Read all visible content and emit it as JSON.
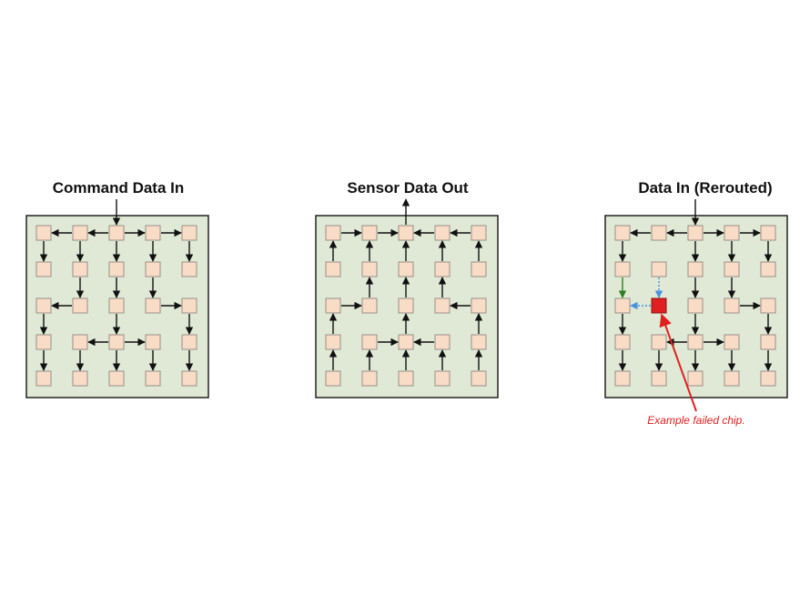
{
  "panels": [
    {
      "id": "command",
      "title": "Command Data In",
      "links": [
        [
          0,
          2,
          0,
          1
        ],
        [
          0,
          1,
          0,
          0
        ],
        [
          0,
          2,
          0,
          3
        ],
        [
          0,
          3,
          0,
          4
        ],
        [
          0,
          0,
          1,
          0
        ],
        [
          0,
          1,
          1,
          1
        ],
        [
          0,
          2,
          1,
          2
        ],
        [
          0,
          3,
          1,
          3
        ],
        [
          0,
          4,
          1,
          4
        ],
        [
          1,
          1,
          2,
          1
        ],
        [
          1,
          2,
          2,
          2
        ],
        [
          1,
          3,
          2,
          3
        ],
        [
          2,
          1,
          2,
          0
        ],
        [
          2,
          3,
          2,
          4
        ],
        [
          2,
          0,
          3,
          0
        ],
        [
          2,
          2,
          3,
          2
        ],
        [
          2,
          4,
          3,
          4
        ],
        [
          3,
          0,
          4,
          0
        ],
        [
          3,
          2,
          3,
          1
        ],
        [
          3,
          2,
          3,
          3
        ],
        [
          3,
          3,
          4,
          3
        ],
        [
          3,
          4,
          4,
          4
        ],
        [
          3,
          1,
          4,
          1
        ],
        [
          3,
          2,
          4,
          2
        ]
      ],
      "port": {
        "col": 2,
        "direction": "in"
      }
    },
    {
      "id": "sensor",
      "title": "Sensor Data Out",
      "links": [
        [
          0,
          0,
          0,
          1
        ],
        [
          0,
          1,
          0,
          2
        ],
        [
          0,
          4,
          0,
          3
        ],
        [
          0,
          3,
          0,
          2
        ],
        [
          1,
          0,
          0,
          0
        ],
        [
          1,
          1,
          0,
          1
        ],
        [
          1,
          2,
          0,
          2
        ],
        [
          1,
          3,
          0,
          3
        ],
        [
          1,
          4,
          0,
          4
        ],
        [
          2,
          1,
          1,
          1
        ],
        [
          2,
          2,
          1,
          2
        ],
        [
          2,
          3,
          1,
          3
        ],
        [
          2,
          0,
          2,
          1
        ],
        [
          2,
          4,
          2,
          3
        ],
        [
          3,
          0,
          2,
          0
        ],
        [
          3,
          2,
          2,
          2
        ],
        [
          3,
          4,
          2,
          4
        ],
        [
          4,
          0,
          3,
          0
        ],
        [
          3,
          1,
          3,
          2
        ],
        [
          3,
          3,
          3,
          2
        ],
        [
          4,
          3,
          3,
          3
        ],
        [
          4,
          4,
          3,
          4
        ],
        [
          4,
          1,
          3,
          1
        ],
        [
          4,
          2,
          3,
          2
        ]
      ],
      "port": {
        "col": 2,
        "direction": "out"
      }
    },
    {
      "id": "rerouted",
      "title": "Data In (Rerouted)",
      "links": [
        [
          0,
          2,
          0,
          1
        ],
        [
          0,
          1,
          0,
          0
        ],
        [
          0,
          2,
          0,
          3
        ],
        [
          0,
          3,
          0,
          4
        ],
        [
          0,
          0,
          1,
          0
        ],
        [
          0,
          2,
          1,
          2
        ],
        [
          0,
          3,
          1,
          3
        ],
        [
          0,
          4,
          1,
          4
        ],
        [
          1,
          2,
          2,
          2
        ],
        [
          1,
          3,
          2,
          3
        ],
        [
          2,
          3,
          2,
          4
        ],
        [
          2,
          0,
          3,
          0
        ],
        [
          2,
          2,
          3,
          2
        ],
        [
          2,
          4,
          3,
          4
        ],
        [
          3,
          0,
          4,
          0
        ],
        [
          3,
          2,
          3,
          1
        ],
        [
          3,
          2,
          3,
          3
        ],
        [
          3,
          3,
          4,
          3
        ],
        [
          3,
          4,
          4,
          4
        ],
        [
          3,
          1,
          4,
          1
        ],
        [
          3,
          2,
          4,
          2
        ]
      ],
      "special_links": [
        {
          "from": [
            1,
            0
          ],
          "to": [
            2,
            0
          ],
          "style": "green"
        },
        {
          "from": [
            1,
            1
          ],
          "to": [
            2,
            1
          ],
          "style": "dashed-blue"
        },
        {
          "from": [
            2,
            1
          ],
          "to": [
            2,
            0
          ],
          "style": "dashed-blue"
        }
      ],
      "failed_node": [
        2,
        1
      ],
      "port": {
        "col": 2,
        "direction": "in"
      }
    }
  ],
  "callout": {
    "text": "Example failed chip."
  },
  "colors": {
    "board_fill": "#dfe9d6",
    "board_stroke": "#222222",
    "node_fill": "#f8dcc6",
    "node_stroke": "#9a8e86",
    "arrow": "#111111",
    "failed": "#e02020",
    "green": "#2e7d1f",
    "blue": "#4a90e2"
  }
}
